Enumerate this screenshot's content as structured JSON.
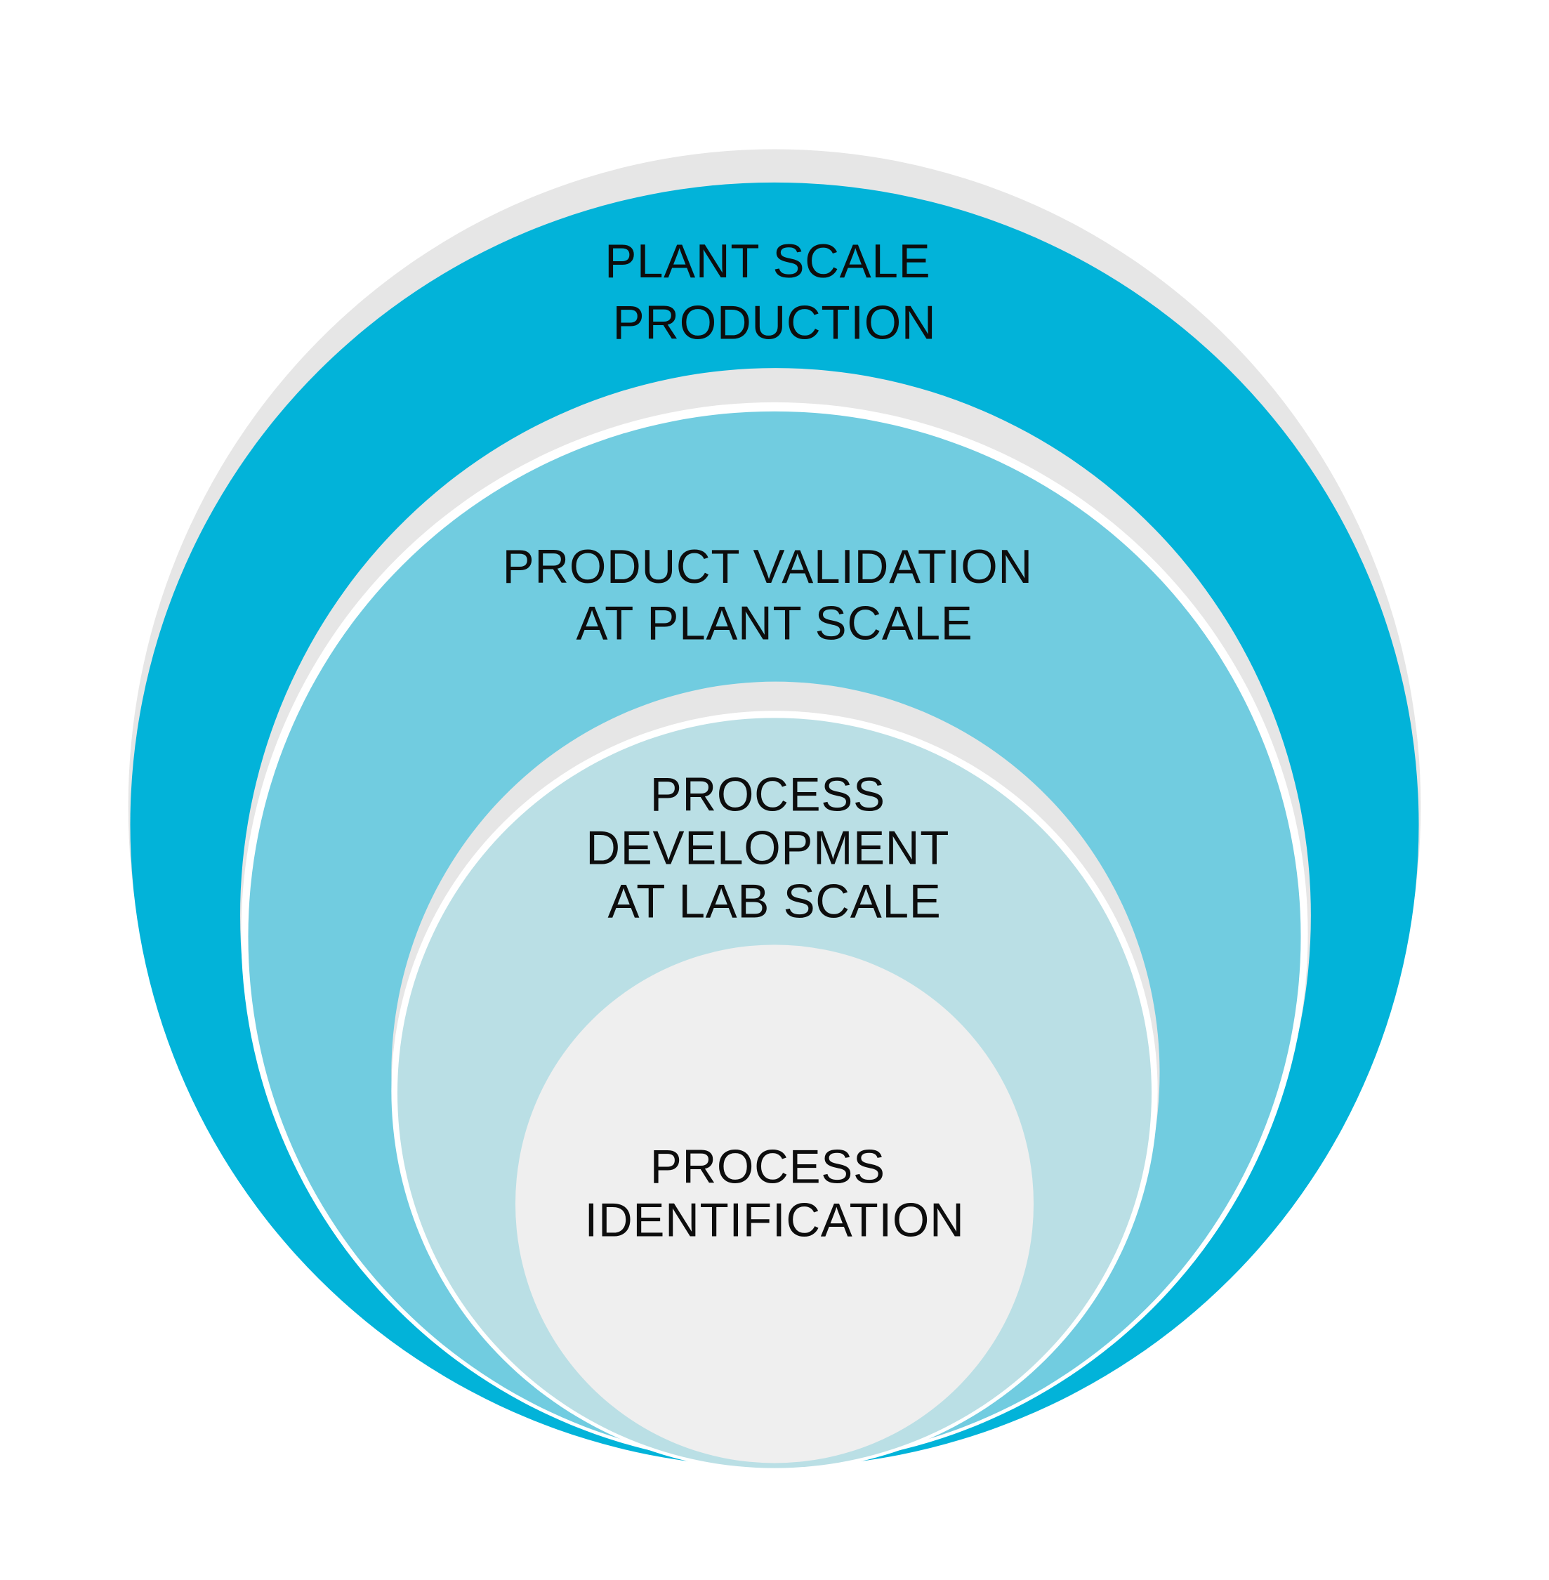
{
  "diagram": {
    "layers": [
      {
        "id": "plant-scale-production",
        "lines": [
          "PLANT SCALE",
          "PRODUCTION"
        ],
        "color": "#02B3D9"
      },
      {
        "id": "product-validation",
        "lines": [
          "PRODUCT VALIDATION",
          "AT PLANT SCALE"
        ],
        "color": "#71CCE0"
      },
      {
        "id": "process-development",
        "lines": [
          "PROCESS",
          "DEVELOPMENT",
          "AT LAB SCALE"
        ],
        "color": "#BADFE5"
      },
      {
        "id": "process-identification",
        "lines": [
          "PROCESS",
          "IDENTIFICATION"
        ],
        "color": "#EFEFEF"
      }
    ],
    "shadow_color": "#E6E6E6",
    "ring_color": "#FFFFFF"
  }
}
